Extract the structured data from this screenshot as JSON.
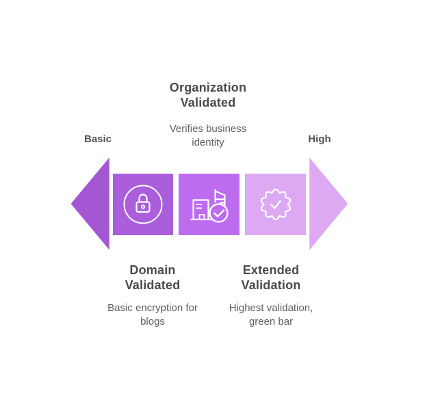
{
  "diagram": {
    "type": "bidirectional-arrow-process",
    "subject": "SSL certificate validation levels",
    "axis": {
      "left_label": "Basic",
      "right_label": "High"
    },
    "stages": [
      {
        "name": "domain-validated",
        "label_position": "below",
        "title_line1": "Domain",
        "title_line2": "Validated",
        "desc_line1": "Basic encryption for",
        "desc_line2": "blogs",
        "icon": "lock-icon",
        "color": "#aa5edb"
      },
      {
        "name": "organization-validated",
        "label_position": "above",
        "title_line1": "Organization",
        "title_line2": "Validated",
        "desc_line1": "Verifies business",
        "desc_line2": "identity",
        "icon": "building-check-icon",
        "color": "#bd6bef"
      },
      {
        "name": "extended-validation",
        "label_position": "below",
        "title_line1": "Extended",
        "title_line2": "Validation",
        "desc_line1": "Highest validation,",
        "desc_line2": "green bar",
        "icon": "badge-check-icon",
        "color": "#dda9f3"
      }
    ],
    "colors": {
      "arrow_left": "#a557d3",
      "arrow_right": "#dda9f3",
      "square_outline": "#ffffff",
      "icon_stroke": "#ffffff",
      "title_text": "#4a4a4a",
      "desc_text": "#5e5e5e",
      "axis_text": "#525252",
      "background": "#ffffff"
    }
  }
}
